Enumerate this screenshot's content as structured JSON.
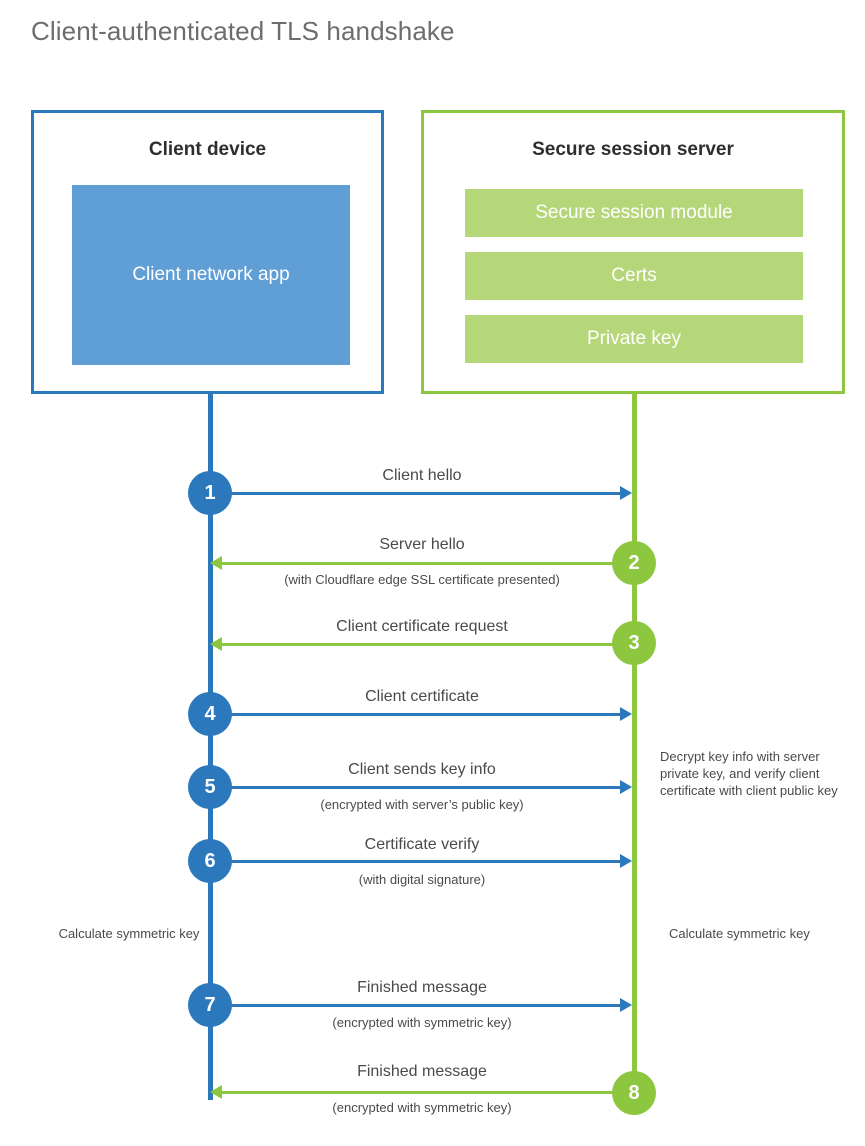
{
  "title": "Client-authenticated TLS handshake",
  "colors": {
    "client_accent": "#2b78bd",
    "server_accent": "#8dc63f",
    "client_app_fill": "#609fd6",
    "server_item_fill": "#b5d77a",
    "text": "#4a4a4a",
    "title_text": "#6d6d6d"
  },
  "client": {
    "title": "Client device",
    "app_label": "Client network app"
  },
  "server": {
    "title": "Secure session server",
    "items": [
      {
        "label": "Secure session module"
      },
      {
        "label": "Certs"
      },
      {
        "label": "Private key"
      }
    ]
  },
  "steps": [
    {
      "number": "1",
      "side": "client",
      "direction": "right",
      "label": "Client hello",
      "sub": ""
    },
    {
      "number": "2",
      "side": "server",
      "direction": "left",
      "label": "Server hello",
      "sub": "(with Cloudflare edge SSL certificate presented)"
    },
    {
      "number": "3",
      "side": "server",
      "direction": "left",
      "label": "Client certificate request",
      "sub": ""
    },
    {
      "number": "4",
      "side": "client",
      "direction": "right",
      "label": "Client certificate",
      "sub": ""
    },
    {
      "number": "5",
      "side": "client",
      "direction": "right",
      "label": "Client sends key info",
      "sub": "(encrypted with server’s public key)"
    },
    {
      "number": "6",
      "side": "client",
      "direction": "right",
      "label": "Certificate verify",
      "sub": "(with digital signature)"
    },
    {
      "number": "7",
      "side": "client",
      "direction": "right",
      "label": "Finished message",
      "sub": "(encrypted with symmetric key)"
    },
    {
      "number": "8",
      "side": "server",
      "direction": "left",
      "label": "Finished message",
      "sub": "(encrypted with symmetric key)"
    }
  ],
  "notes": {
    "server_decrypt": "Decrypt key info with server private key, and verify client certificate with client public key",
    "client_calculate": "Calculate symmetric key",
    "server_calculate": "Calculate symmetric key"
  }
}
